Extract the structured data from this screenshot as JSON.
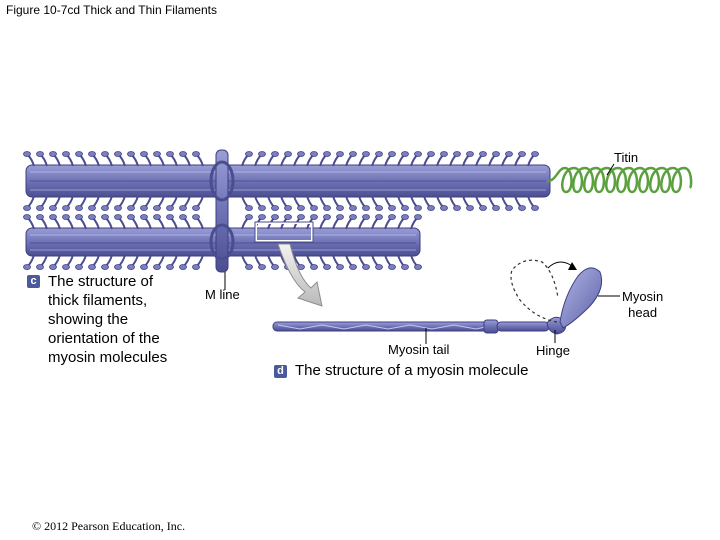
{
  "figure_title": "Figure 10-7cd  Thick and Thin Filaments",
  "labels": {
    "titin": "Titin",
    "m_line": "M line",
    "myosin_head": "Myosin\nhead",
    "myosin_tail": "Myosin tail",
    "hinge": "Hinge"
  },
  "captions": {
    "c": {
      "badge": "c",
      "text": "The structure of\nthick filaments,\nshowing the\norientation of the\nmyosin molecules"
    },
    "d": {
      "badge": "d",
      "text": "The structure of a myosin molecule"
    }
  },
  "copyright": "© 2012 Pearson Education, Inc.",
  "colors": {
    "filament": "#7b7fc0",
    "filament_dark": "#4a4d8e",
    "titin_spring": "#5aa03c",
    "badge": "#4a5a9a"
  }
}
